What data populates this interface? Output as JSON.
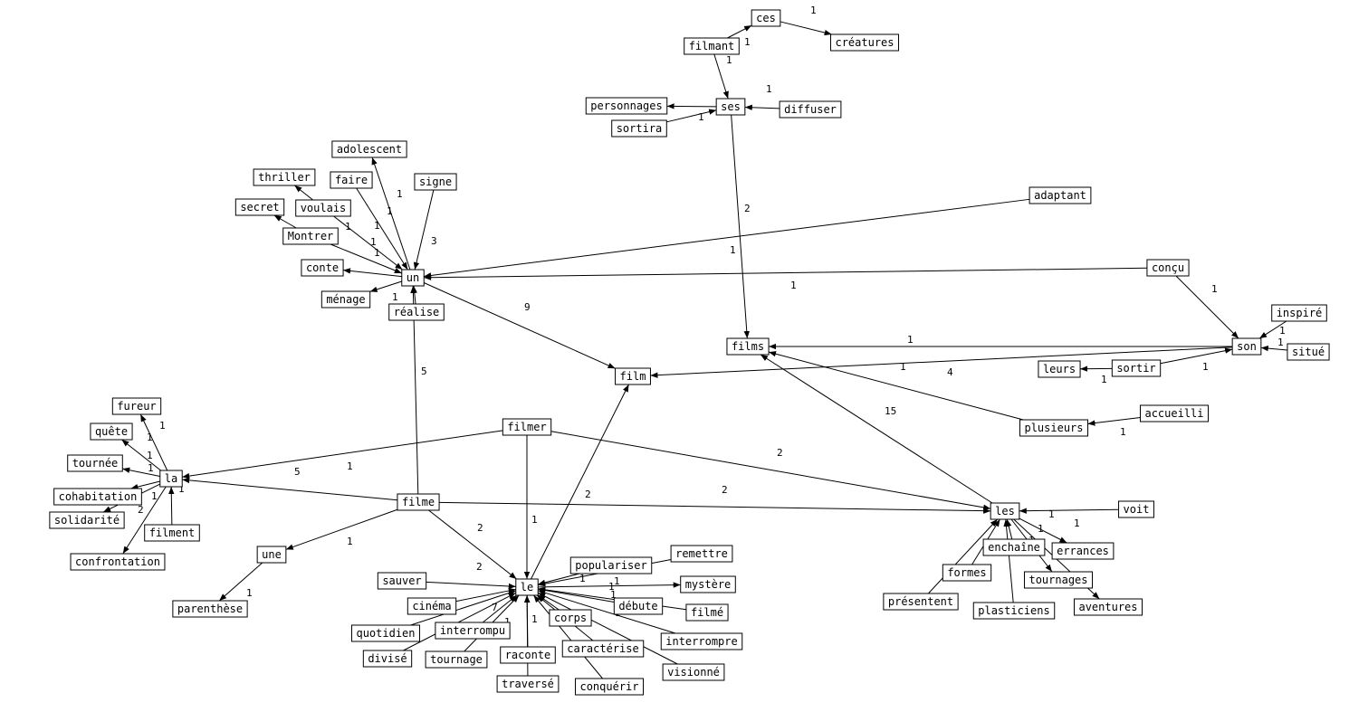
{
  "nodes": [
    {
      "id": "ces",
      "label": "ces"
    },
    {
      "id": "creatures",
      "label": "créatures"
    },
    {
      "id": "filmant",
      "label": "filmant"
    },
    {
      "id": "personnages",
      "label": "personnages"
    },
    {
      "id": "ses",
      "label": "ses"
    },
    {
      "id": "diffuser",
      "label": "diffuser"
    },
    {
      "id": "sortira",
      "label": "sortira"
    },
    {
      "id": "adolescent",
      "label": "adolescent"
    },
    {
      "id": "thriller",
      "label": "thriller"
    },
    {
      "id": "faire",
      "label": "faire"
    },
    {
      "id": "signe",
      "label": "signe"
    },
    {
      "id": "secret",
      "label": "secret"
    },
    {
      "id": "voulais",
      "label": "voulais"
    },
    {
      "id": "adaptant",
      "label": "adaptant"
    },
    {
      "id": "montrer",
      "label": "Montrer"
    },
    {
      "id": "conte",
      "label": "conte"
    },
    {
      "id": "un",
      "label": "un"
    },
    {
      "id": "concu",
      "label": "conçu"
    },
    {
      "id": "menage",
      "label": "ménage"
    },
    {
      "id": "realise",
      "label": "réalise"
    },
    {
      "id": "inspire",
      "label": "inspiré"
    },
    {
      "id": "films",
      "label": "films"
    },
    {
      "id": "son",
      "label": "son"
    },
    {
      "id": "situe",
      "label": "situé"
    },
    {
      "id": "leurs",
      "label": "leurs"
    },
    {
      "id": "sortir",
      "label": "sortir"
    },
    {
      "id": "film",
      "label": "film"
    },
    {
      "id": "fureur",
      "label": "fureur"
    },
    {
      "id": "accueilli",
      "label": "accueilli"
    },
    {
      "id": "quete",
      "label": "quête"
    },
    {
      "id": "filmer",
      "label": "filmer"
    },
    {
      "id": "plusieurs",
      "label": "plusieurs"
    },
    {
      "id": "tournee",
      "label": "tournée"
    },
    {
      "id": "la",
      "label": "la"
    },
    {
      "id": "cohabitation",
      "label": "cohabitation"
    },
    {
      "id": "filme",
      "label": "filme"
    },
    {
      "id": "les",
      "label": "les"
    },
    {
      "id": "voit",
      "label": "voit"
    },
    {
      "id": "solidarite",
      "label": "solidarité"
    },
    {
      "id": "filment",
      "label": "filment"
    },
    {
      "id": "une",
      "label": "une"
    },
    {
      "id": "enchaine",
      "label": "enchaîne"
    },
    {
      "id": "errances",
      "label": "errances"
    },
    {
      "id": "remettre",
      "label": "remettre"
    },
    {
      "id": "confrontation",
      "label": "confrontation"
    },
    {
      "id": "populariser",
      "label": "populariser"
    },
    {
      "id": "formes",
      "label": "formes"
    },
    {
      "id": "tournages",
      "label": "tournages"
    },
    {
      "id": "sauver",
      "label": "sauver"
    },
    {
      "id": "le",
      "label": "le"
    },
    {
      "id": "mystere",
      "label": "mystère"
    },
    {
      "id": "presentent",
      "label": "présentent"
    },
    {
      "id": "cinema",
      "label": "cinéma"
    },
    {
      "id": "debute",
      "label": "débute"
    },
    {
      "id": "parenthese",
      "label": "parenthèse"
    },
    {
      "id": "filme2",
      "label": "filmé"
    },
    {
      "id": "plasticiens",
      "label": "plasticiens"
    },
    {
      "id": "aventures",
      "label": "aventures"
    },
    {
      "id": "quotidien",
      "label": "quotidien"
    },
    {
      "id": "interrompu",
      "label": "interrompu"
    },
    {
      "id": "corps",
      "label": "corps"
    },
    {
      "id": "interrompre",
      "label": "interrompre"
    },
    {
      "id": "divise",
      "label": "divisé"
    },
    {
      "id": "tournage",
      "label": "tournage"
    },
    {
      "id": "raconte",
      "label": "raconte"
    },
    {
      "id": "caracterise",
      "label": "caractérise"
    },
    {
      "id": "visionne",
      "label": "visionné"
    },
    {
      "id": "traverse",
      "label": "traversé"
    },
    {
      "id": "conquerir",
      "label": "conquérir"
    }
  ],
  "edges": [
    {
      "from": "filmant",
      "to": "ces",
      "weight": "1"
    },
    {
      "from": "ces",
      "to": "creatures",
      "weight": "1"
    },
    {
      "from": "filmant",
      "to": "ses",
      "weight": "1"
    },
    {
      "from": "ses",
      "to": "personnages",
      "weight": ""
    },
    {
      "from": "diffuser",
      "to": "ses",
      "weight": "1"
    },
    {
      "from": "sortira",
      "to": "ses",
      "weight": "1"
    },
    {
      "from": "ses",
      "to": "films",
      "weight": "2"
    },
    {
      "from": "un",
      "to": "adolescent",
      "weight": "1"
    },
    {
      "from": "voulais",
      "to": "thriller",
      "weight": "1"
    },
    {
      "from": "faire",
      "to": "un",
      "weight": "1"
    },
    {
      "from": "signe",
      "to": "un",
      "weight": "3"
    },
    {
      "from": "montrer",
      "to": "secret",
      "weight": "1"
    },
    {
      "from": "voulais",
      "to": "un",
      "weight": "1"
    },
    {
      "from": "montrer",
      "to": "un",
      "weight": "1"
    },
    {
      "from": "un",
      "to": "conte",
      "weight": ""
    },
    {
      "from": "un",
      "to": "menage",
      "weight": ""
    },
    {
      "from": "realise",
      "to": "un",
      "weight": "1"
    },
    {
      "from": "adaptant",
      "to": "un",
      "weight": "1"
    },
    {
      "from": "concu",
      "to": "un",
      "weight": "1"
    },
    {
      "from": "un",
      "to": "film",
      "weight": "9"
    },
    {
      "from": "filme",
      "to": "un",
      "weight": "5"
    },
    {
      "from": "concu",
      "to": "son",
      "weight": "1"
    },
    {
      "from": "inspire",
      "to": "son",
      "weight": "1"
    },
    {
      "from": "situe",
      "to": "son",
      "weight": "1"
    },
    {
      "from": "son",
      "to": "films",
      "weight": "1"
    },
    {
      "from": "son",
      "to": "film",
      "weight": "1"
    },
    {
      "from": "sortir",
      "to": "leurs",
      "weight": "1"
    },
    {
      "from": "sortir",
      "to": "son",
      "weight": "1"
    },
    {
      "from": "plusieurs",
      "to": "films",
      "weight": "4"
    },
    {
      "from": "accueilli",
      "to": "plusieurs",
      "weight": "1"
    },
    {
      "from": "les",
      "to": "films",
      "weight": "15"
    },
    {
      "from": "la",
      "to": "fureur",
      "weight": "1"
    },
    {
      "from": "la",
      "to": "quete",
      "weight": "1"
    },
    {
      "from": "la",
      "to": "tournee",
      "weight": "1"
    },
    {
      "from": "la",
      "to": "cohabitation",
      "weight": "1"
    },
    {
      "from": "la",
      "to": "solidarite",
      "weight": "1"
    },
    {
      "from": "la",
      "to": "confrontation",
      "weight": "2"
    },
    {
      "from": "filment",
      "to": "la",
      "weight": "1"
    },
    {
      "from": "filmer",
      "to": "la",
      "weight": "1"
    },
    {
      "from": "filme",
      "to": "la",
      "weight": "5"
    },
    {
      "from": "filmer",
      "to": "les",
      "weight": "2"
    },
    {
      "from": "filme",
      "to": "les",
      "weight": "2"
    },
    {
      "from": "filmer",
      "to": "le",
      "weight": "1"
    },
    {
      "from": "filme",
      "to": "le",
      "weight": "2"
    },
    {
      "from": "filme",
      "to": "une",
      "weight": "1"
    },
    {
      "from": "une",
      "to": "parenthese",
      "weight": "1"
    },
    {
      "from": "voit",
      "to": "les",
      "weight": "1"
    },
    {
      "from": "les",
      "to": "errances",
      "weight": "1"
    },
    {
      "from": "les",
      "to": "tournages",
      "weight": "1"
    },
    {
      "from": "les",
      "to": "aventures",
      "weight": ""
    },
    {
      "from": "enchaine",
      "to": "les",
      "weight": "1"
    },
    {
      "from": "formes",
      "to": "les",
      "weight": ""
    },
    {
      "from": "presentent",
      "to": "les",
      "weight": ""
    },
    {
      "from": "plasticiens",
      "to": "les",
      "weight": ""
    },
    {
      "from": "le",
      "to": "film",
      "weight": "2"
    },
    {
      "from": "sauver",
      "to": "le",
      "weight": "2"
    },
    {
      "from": "remettre",
      "to": "le",
      "weight": "1"
    },
    {
      "from": "populariser",
      "to": "le",
      "weight": "1"
    },
    {
      "from": "le",
      "to": "mystere",
      "weight": "1"
    },
    {
      "from": "cinema",
      "to": "le",
      "weight": ""
    },
    {
      "from": "debute",
      "to": "le",
      "weight": "1"
    },
    {
      "from": "filme2",
      "to": "le",
      "weight": "1"
    },
    {
      "from": "quotidien",
      "to": "le",
      "weight": ""
    },
    {
      "from": "interrompu",
      "to": "le",
      "weight": "7"
    },
    {
      "from": "corps",
      "to": "le",
      "weight": ""
    },
    {
      "from": "interrompre",
      "to": "le",
      "weight": "1"
    },
    {
      "from": "divise",
      "to": "le",
      "weight": ""
    },
    {
      "from": "tournage",
      "to": "le",
      "weight": "1"
    },
    {
      "from": "raconte",
      "to": "le",
      "weight": "1"
    },
    {
      "from": "caracterise",
      "to": "le",
      "weight": ""
    },
    {
      "from": "visionne",
      "to": "le",
      "weight": ""
    },
    {
      "from": "traverse",
      "to": "le",
      "weight": ""
    },
    {
      "from": "conquerir",
      "to": "le",
      "weight": ""
    }
  ]
}
